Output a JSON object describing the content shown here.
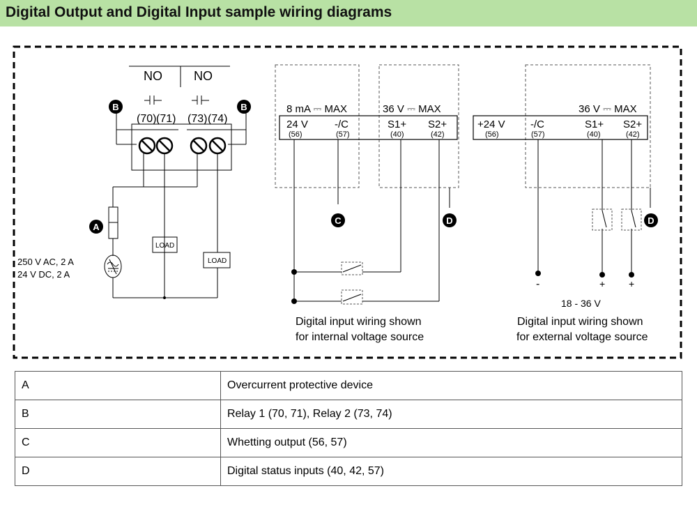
{
  "title": "Digital Output and Digital Input sample wiring diagrams",
  "diagram": {
    "relay": {
      "contact_labels": [
        "NO",
        "NO"
      ],
      "terminals": [
        "(70)",
        "(71)",
        "(73)",
        "(74)"
      ],
      "load_label": "LOAD",
      "rating_ac": "250 V AC, 2 A",
      "rating_dc": "24 V DC, 2 A"
    },
    "internal": {
      "whetting_max": "8 mA ⎓ MAX",
      "input_max": "36 V ⎓ MAX",
      "terminals": [
        {
          "label": "24 V",
          "number": "(56)"
        },
        {
          "label": "-/C",
          "number": "(57)"
        },
        {
          "label": "S1+",
          "number": "(40)"
        },
        {
          "label": "S2+",
          "number": "(42)"
        }
      ],
      "caption_line1": "Digital input wiring shown",
      "caption_line2": "for internal voltage source"
    },
    "external": {
      "input_max": "36 V ⎓ MAX",
      "terminals": [
        {
          "label": "+24 V",
          "number": "(56)"
        },
        {
          "label": "-/C",
          "number": "(57)"
        },
        {
          "label": "S1+",
          "number": "(40)"
        },
        {
          "label": "S2+",
          "number": "(42)"
        }
      ],
      "minus_sign": "-",
      "plus_sign": "+",
      "voltage_range": "18 - 36 V",
      "caption_line1": "Digital input wiring shown",
      "caption_line2": "for external voltage source"
    },
    "callouts": {
      "a": "A",
      "b": "B",
      "c": "C",
      "d": "D"
    }
  },
  "legend": [
    {
      "key": "A",
      "description": "Overcurrent protective device"
    },
    {
      "key": "B",
      "description": "Relay 1 (70, 71), Relay 2 (73, 74)"
    },
    {
      "key": "C",
      "description": "Whetting output (56, 57)"
    },
    {
      "key": "D",
      "description": "Digital status inputs (40, 42, 57)"
    }
  ],
  "colors": {
    "header_bg": "#b8e1a4",
    "line": "#000000",
    "dash": "#555555"
  }
}
